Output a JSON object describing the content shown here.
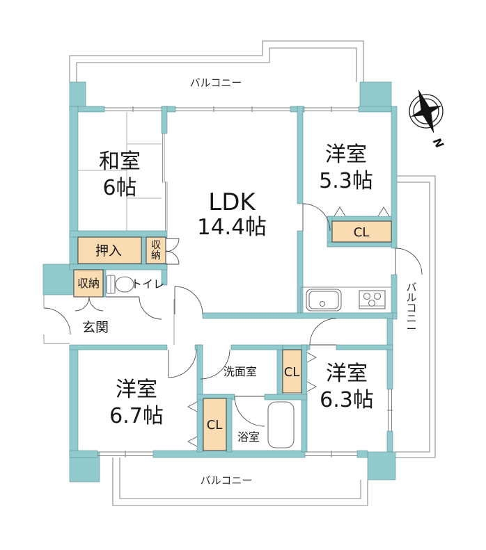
{
  "colors": {
    "wall": "#92CBCD",
    "closet": "#FBDCB2",
    "outline": "#8a8a8a",
    "text": "#161616"
  },
  "balconies": {
    "top": "バルコニー",
    "right": "バルコニー",
    "bottom": "バルコニー"
  },
  "rooms": {
    "washitsu": {
      "name": "和室",
      "size": "6帖"
    },
    "ldk": {
      "name": "LDK",
      "size": "14.4帖"
    },
    "yoshitsu53": {
      "name": "洋室",
      "size": "5.3帖"
    },
    "yoshitsu67": {
      "name": "洋室",
      "size": "6.7帖"
    },
    "yoshitsu63": {
      "name": "洋室",
      "size": "6.3帖"
    },
    "genkan": {
      "name": "玄関"
    },
    "toilet": {
      "name": "トイレ"
    },
    "senmen": {
      "name": "洗面室"
    },
    "yokushitsu": {
      "name": "浴室"
    }
  },
  "storage": {
    "oshiire": "押入",
    "shuno_upper": "収納",
    "shuno_lower": "収納",
    "cl_53": "CL",
    "cl_senmen": "CL",
    "cl_67": "CL"
  },
  "compass": {
    "north_label": "N"
  }
}
